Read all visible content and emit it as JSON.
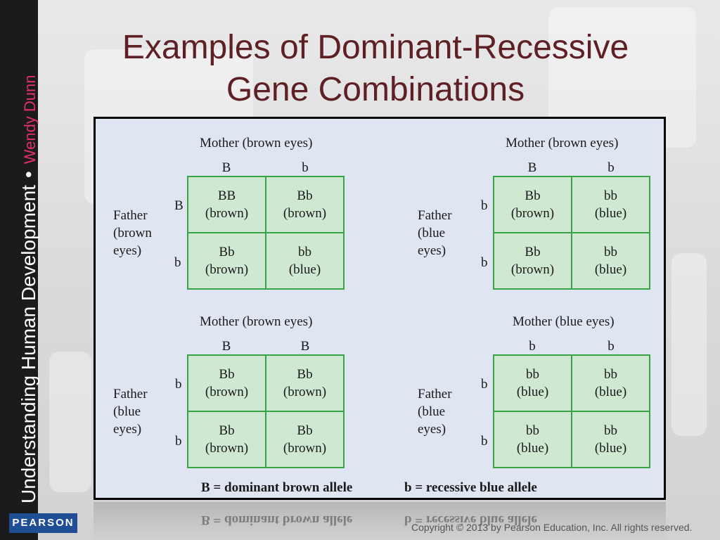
{
  "slide": {
    "title_line1": "Examples of Dominant-Recessive",
    "title_line2": "Gene Combinations",
    "side_title": "Understanding Human Development",
    "side_author": "Wendy Dunn",
    "publisher_logo": "PEARSON",
    "copyright": "Copyright © 2013 by Pearson Education, Inc. All rights reserved."
  },
  "squares": [
    {
      "mother": "Mother (brown eyes)",
      "mother_alleles": [
        "B",
        "b"
      ],
      "father": [
        "Father",
        "(brown",
        "eyes)"
      ],
      "father_alleles": [
        "B",
        "b"
      ],
      "cells": [
        {
          "genotype": "BB",
          "phenotype": "(brown)"
        },
        {
          "genotype": "Bb",
          "phenotype": "(brown)"
        },
        {
          "genotype": "Bb",
          "phenotype": "(brown)"
        },
        {
          "genotype": "bb",
          "phenotype": "(blue)"
        }
      ]
    },
    {
      "mother": "Mother (brown eyes)",
      "mother_alleles": [
        "B",
        "b"
      ],
      "father": [
        "Father",
        "(blue",
        "eyes)"
      ],
      "father_alleles": [
        "b",
        "b"
      ],
      "cells": [
        {
          "genotype": "Bb",
          "phenotype": "(brown)"
        },
        {
          "genotype": "bb",
          "phenotype": "(blue)"
        },
        {
          "genotype": "Bb",
          "phenotype": "(brown)"
        },
        {
          "genotype": "bb",
          "phenotype": "(blue)"
        }
      ]
    },
    {
      "mother": "Mother (brown eyes)",
      "mother_alleles": [
        "B",
        "B"
      ],
      "father": [
        "Father",
        "(blue",
        "eyes)"
      ],
      "father_alleles": [
        "b",
        "b"
      ],
      "cells": [
        {
          "genotype": "Bb",
          "phenotype": "(brown)"
        },
        {
          "genotype": "Bb",
          "phenotype": "(brown)"
        },
        {
          "genotype": "Bb",
          "phenotype": "(brown)"
        },
        {
          "genotype": "Bb",
          "phenotype": "(brown)"
        }
      ]
    },
    {
      "mother": "Mother (blue eyes)",
      "mother_alleles": [
        "b",
        "b"
      ],
      "father": [
        "Father",
        "(blue",
        "eyes)"
      ],
      "father_alleles": [
        "b",
        "b"
      ],
      "cells": [
        {
          "genotype": "bb",
          "phenotype": "(blue)"
        },
        {
          "genotype": "bb",
          "phenotype": "(blue)"
        },
        {
          "genotype": "bb",
          "phenotype": "(blue)"
        },
        {
          "genotype": "bb",
          "phenotype": "(blue)"
        }
      ]
    }
  ],
  "legend": {
    "dominant": "B = dominant brown allele",
    "recessive": "b = recessive blue allele"
  },
  "colors": {
    "title": "#5e2024",
    "author": "#e0306a",
    "sidebar": "#1b1b1b",
    "panel_bg": "#dfe6f2",
    "cell_fill": "#cfe8d2",
    "cell_border": "#3aa345",
    "logo_bg": "#1f4e95"
  }
}
